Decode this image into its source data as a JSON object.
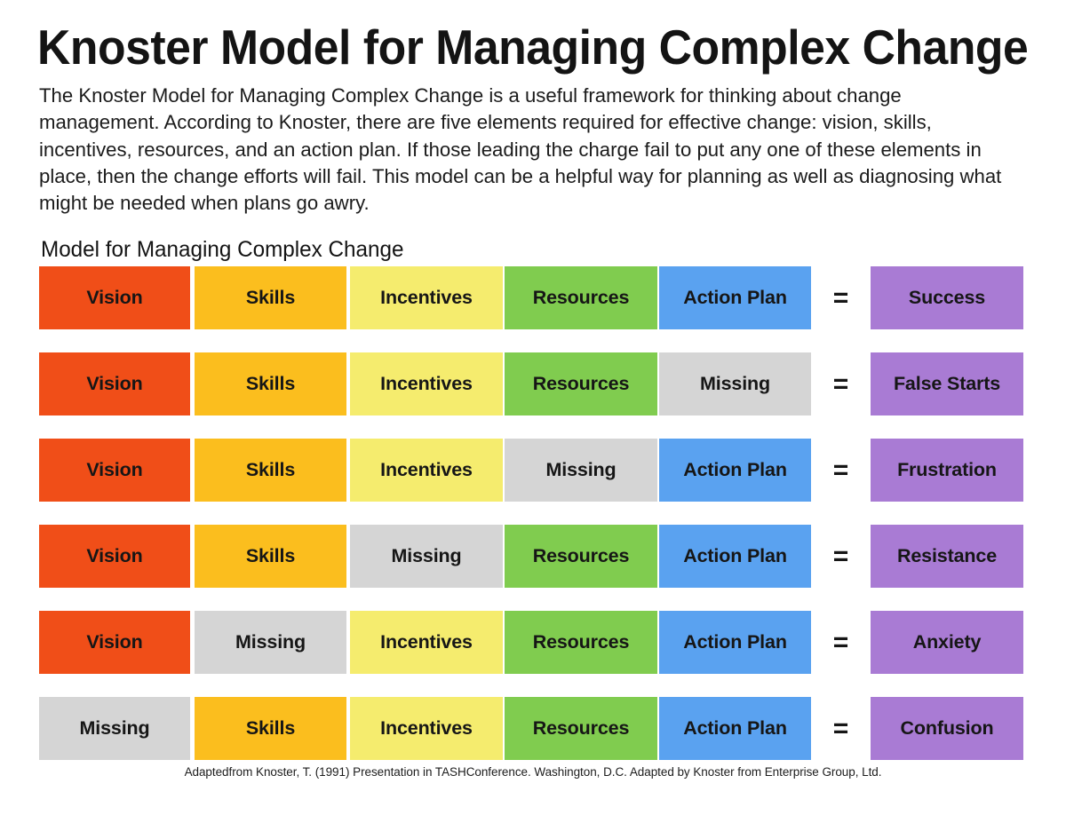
{
  "header": {
    "title": "Knoster Model for Managing Complex Change",
    "intro": "The Knoster Model for Managing Complex Change is a useful framework for thinking about change management. According to Knoster, there are five elements required for effective change: vision, skills, incentives, resources, and an action plan. If those leading the charge fail to put any one of these elements in place, then the change efforts will fail. This model can be a helpful way for planning as well as diagnosing what might be needed when plans go awry.",
    "section_title": "Model for Managing Complex Change"
  },
  "footer": {
    "attribution": "Adaptedfrom Knoster, T. (1991) Presentation in TASHConference. Washington, D.C. Adapted by Knoster from Enterprise Group, Ltd."
  },
  "colors": {
    "vision": "#F04E18",
    "skills": "#FBBE1E",
    "incentives": "#F5EC6E",
    "resources": "#80CC4F",
    "action_plan": "#5AA2F0",
    "missing": "#D5D5D5",
    "result": "#A97BD4",
    "text": "#161616",
    "background": "#FFFFFF"
  },
  "equals_symbol": "=",
  "element_labels": {
    "vision": "Vision",
    "skills": "Skills",
    "incentives": "Incentives",
    "resources": "Resources",
    "action_plan": "Action Plan",
    "missing": "Missing"
  },
  "matrix": {
    "columns": [
      "Vision",
      "Skills",
      "Incentives",
      "Resources",
      "Action Plan"
    ],
    "rows": [
      {
        "cells": [
          {
            "label": "Vision",
            "state": "present",
            "color": "#F04E18"
          },
          {
            "label": "Skills",
            "state": "present",
            "color": "#FBBE1E"
          },
          {
            "label": "Incentives",
            "state": "present",
            "color": "#F5EC6E"
          },
          {
            "label": "Resources",
            "state": "present",
            "color": "#80CC4F"
          },
          {
            "label": "Action Plan",
            "state": "present",
            "color": "#5AA2F0"
          }
        ],
        "equals": "=",
        "result": {
          "label": "Success",
          "color": "#A97BD4"
        }
      },
      {
        "cells": [
          {
            "label": "Vision",
            "state": "present",
            "color": "#F04E18"
          },
          {
            "label": "Skills",
            "state": "present",
            "color": "#FBBE1E"
          },
          {
            "label": "Incentives",
            "state": "present",
            "color": "#F5EC6E"
          },
          {
            "label": "Resources",
            "state": "present",
            "color": "#80CC4F"
          },
          {
            "label": "Missing",
            "state": "missing",
            "color": "#D5D5D5"
          }
        ],
        "equals": "=",
        "result": {
          "label": "False Starts",
          "color": "#A97BD4"
        }
      },
      {
        "cells": [
          {
            "label": "Vision",
            "state": "present",
            "color": "#F04E18"
          },
          {
            "label": "Skills",
            "state": "present",
            "color": "#FBBE1E"
          },
          {
            "label": "Incentives",
            "state": "present",
            "color": "#F5EC6E"
          },
          {
            "label": "Missing",
            "state": "missing",
            "color": "#D5D5D5"
          },
          {
            "label": "Action Plan",
            "state": "present",
            "color": "#5AA2F0"
          }
        ],
        "equals": "=",
        "result": {
          "label": "Frustration",
          "color": "#A97BD4"
        }
      },
      {
        "cells": [
          {
            "label": "Vision",
            "state": "present",
            "color": "#F04E18"
          },
          {
            "label": "Skills",
            "state": "present",
            "color": "#FBBE1E"
          },
          {
            "label": "Missing",
            "state": "missing",
            "color": "#D5D5D5"
          },
          {
            "label": "Resources",
            "state": "present",
            "color": "#80CC4F"
          },
          {
            "label": "Action Plan",
            "state": "present",
            "color": "#5AA2F0"
          }
        ],
        "equals": "=",
        "result": {
          "label": "Resistance",
          "color": "#A97BD4"
        }
      },
      {
        "cells": [
          {
            "label": "Vision",
            "state": "present",
            "color": "#F04E18"
          },
          {
            "label": "Missing",
            "state": "missing",
            "color": "#D5D5D5"
          },
          {
            "label": "Incentives",
            "state": "present",
            "color": "#F5EC6E"
          },
          {
            "label": "Resources",
            "state": "present",
            "color": "#80CC4F"
          },
          {
            "label": "Action Plan",
            "state": "present",
            "color": "#5AA2F0"
          }
        ],
        "equals": "=",
        "result": {
          "label": "Anxiety",
          "color": "#A97BD4"
        }
      },
      {
        "cells": [
          {
            "label": "Missing",
            "state": "missing",
            "color": "#D5D5D5"
          },
          {
            "label": "Skills",
            "state": "present",
            "color": "#FBBE1E"
          },
          {
            "label": "Incentives",
            "state": "present",
            "color": "#F5EC6E"
          },
          {
            "label": "Resources",
            "state": "present",
            "color": "#80CC4F"
          },
          {
            "label": "Action Plan",
            "state": "present",
            "color": "#5AA2F0"
          }
        ],
        "equals": "=",
        "result": {
          "label": "Confusion",
          "color": "#A97BD4"
        }
      }
    ]
  }
}
